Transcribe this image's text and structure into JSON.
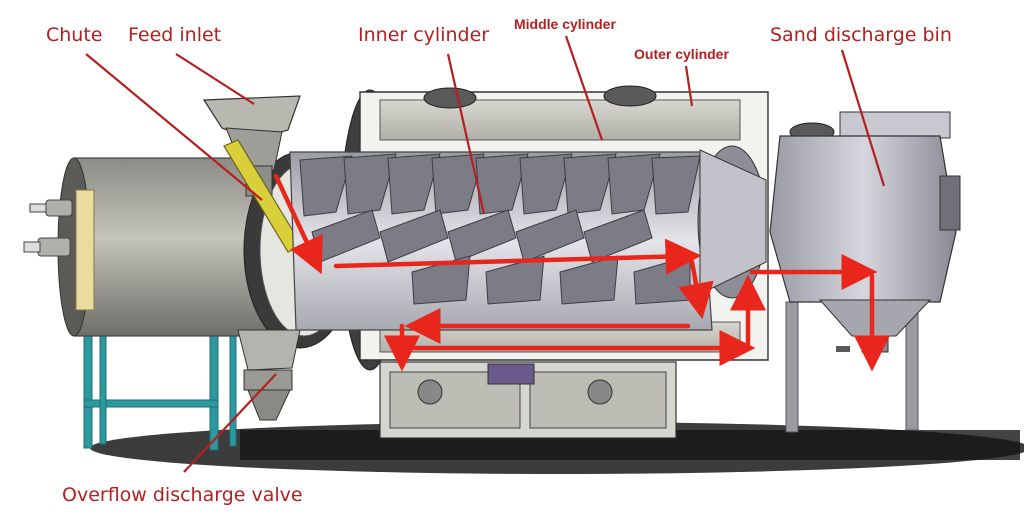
{
  "labels": {
    "chute": "Chute",
    "feed_inlet": "Feed inlet",
    "inner_cylinder": "Inner cylinder",
    "middle_cylinder": "Middle cylinder",
    "outer_cylinder": "Outer cylinder",
    "sand_discharge_bin": "Sand discharge bin",
    "overflow_discharge_valve": "Overflow discharge valve"
  },
  "colors": {
    "label_text": "#b51f1f",
    "leader_line": "#b51f1f",
    "flow_arrow": "#e8261c",
    "frame_teal": "#2a9aa0",
    "chute_plate": "#d9cf3a",
    "motor_purple": "#6a5a8c"
  }
}
